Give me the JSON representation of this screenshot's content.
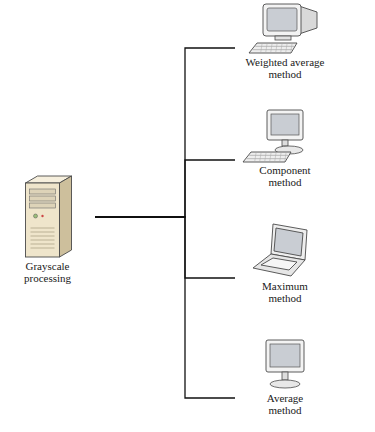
{
  "diagram": {
    "nodes": [
      {
        "text": [
          "Grayscale processing"
        ]
      },
      {
        "text": [
          "Weighted average method"
        ]
      },
      {
        "text": [
          "Component method"
        ]
      },
      {
        "text": [
          "Maximum method"
        ]
      },
      {
        "text": [
          "Average method"
        ]
      }
    ],
    "edges": [
      {
        "from": 0,
        "to": 1,
        "arrow": "none"
      },
      {
        "from": 0,
        "to": 2,
        "arrow": "none"
      },
      {
        "from": 0,
        "to": 3,
        "arrow": "none"
      },
      {
        "from": 0,
        "to": 4,
        "arrow": "none"
      }
    ]
  }
}
